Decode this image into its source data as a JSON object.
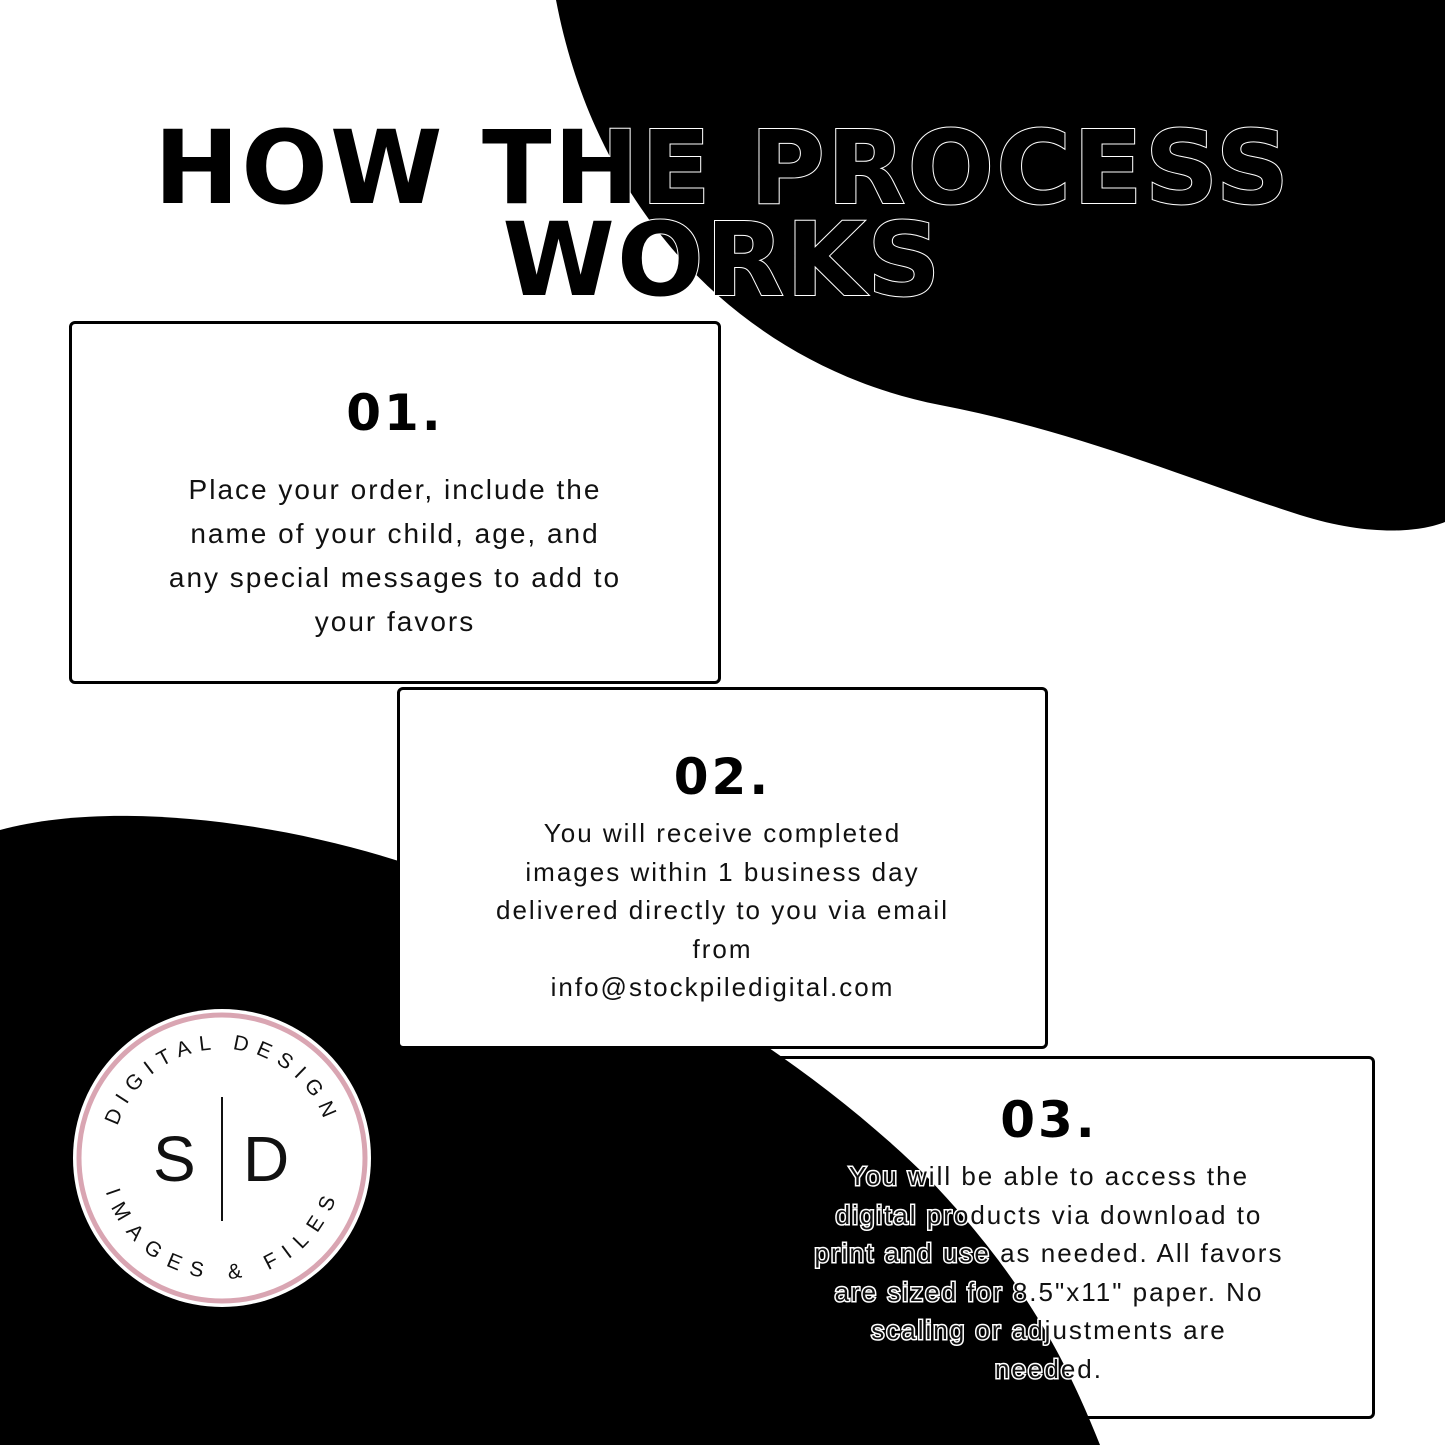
{
  "heading": {
    "line1": "HOW THE PROCESS",
    "line2": "WORKS"
  },
  "steps": [
    {
      "number": "01.",
      "text": "Place your order, include the\nname of your child, age, and\nany special messages to add to\nyour favors"
    },
    {
      "number": "02.",
      "text": "You will receive completed\nimages within 1 business day\ndelivered directly to you via email\nfrom\ninfo@stockpiledigital.com"
    },
    {
      "number": "03.",
      "text": "You will be able to access the\ndigital products via download to\nprint and use as needed. All favors\nare sized for 8.5\"x11\" paper. No\nscaling or adjustments are\nneeded."
    }
  ],
  "logo": {
    "letter_left": "S",
    "letter_right": "D",
    "ring_text_top": "DIGITAL DESIGN",
    "ring_text_bottom": "IMAGES & FILES",
    "ring_color": "#d9a5b2"
  },
  "colors": {
    "background": "#ffffff",
    "blob": "#000000",
    "text": "#111111"
  }
}
